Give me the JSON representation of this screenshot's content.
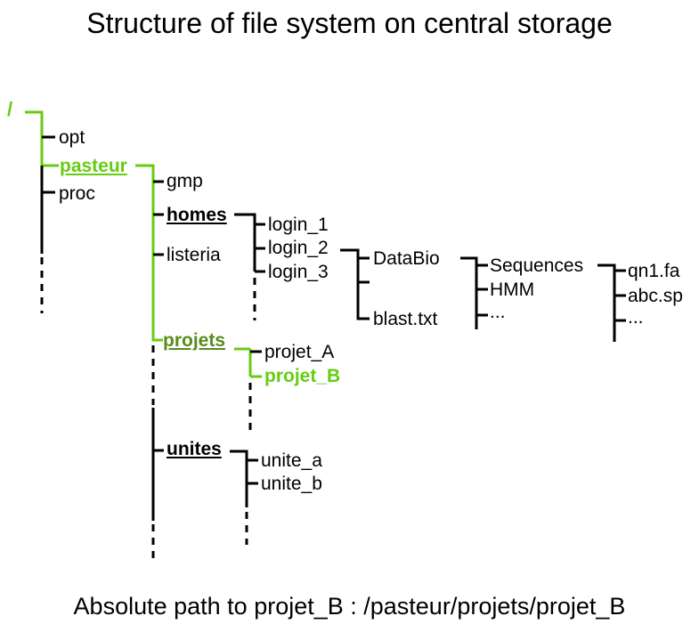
{
  "title": "Structure of file system on central storage",
  "footer": "Absolute path to projet_B : /pasteur/projets/projet_B",
  "colors": {
    "highlight": "#66cc11",
    "line": "#000000",
    "highlight_text": "#5a8a1c"
  },
  "tree": {
    "root": "/",
    "level1": [
      "opt",
      "pasteur",
      "proc"
    ],
    "pasteur_children": [
      "gmp",
      "homes",
      "listeria",
      "projets",
      "unites"
    ],
    "homes_children": [
      "login_1",
      "login_2",
      "login_3"
    ],
    "login_2_children": [
      "DataBio",
      "blast.txt"
    ],
    "databio_children": [
      "Sequences",
      "HMM",
      "..."
    ],
    "sequences_children": [
      "qn1.fa",
      "abc.sp",
      "..."
    ],
    "projets_children": [
      "projet_A",
      "projet_B"
    ],
    "unites_children": [
      "unite_a",
      "unite_b"
    ]
  }
}
